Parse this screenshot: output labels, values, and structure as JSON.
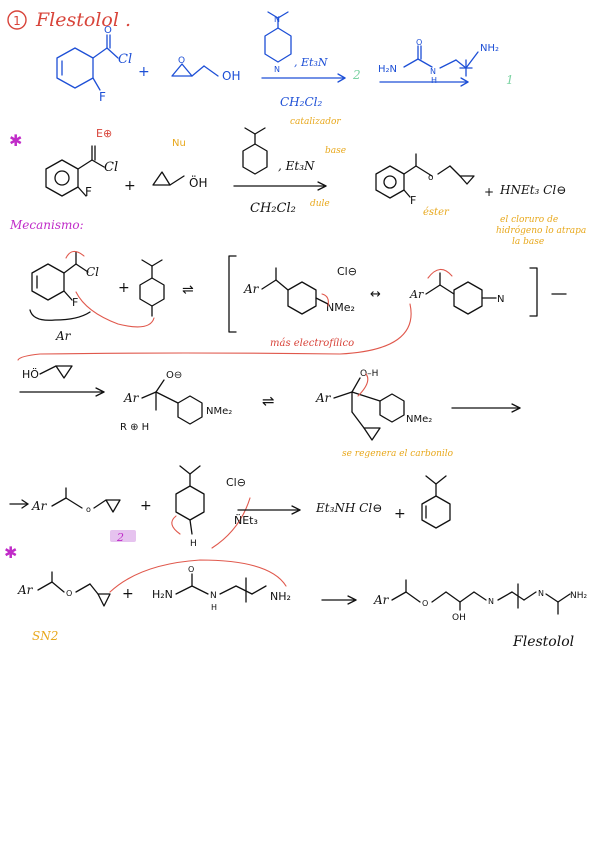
{
  "title": {
    "number": "1",
    "name": "Flestolol ."
  },
  "section1": {
    "reagent_label": ", Et₃N",
    "solvent": "CH₂Cl₂",
    "catalyst_note": "catalizador",
    "step_two_marker": "2",
    "step_one_marker": "1",
    "amine_nh2": "NH₂",
    "amine_h2n": "H₂N",
    "amine_n": "N",
    "amine_h": "H",
    "oh": "OH",
    "cl": "Cl",
    "f": "F",
    "o": "O",
    "plus": "+"
  },
  "section2": {
    "star": "✱",
    "e_plus": "E⊕",
    "nu": "Nu",
    "base_note": "base",
    "dule": "dule",
    "reagent_label": ", Et₃N",
    "solvent": "CH₂Cl₂",
    "oh": "ÖH",
    "cl": "Cl",
    "f": "F",
    "ester_label": "éster",
    "salt": "HNEt₃ Cl⊖",
    "hcl_note_1": "el cloruro de",
    "hcl_note_2": "hidrógeno lo atrapa",
    "hcl_note_3": "la base"
  },
  "mechanism": {
    "heading": "Mecanismo:",
    "ar": "Ar",
    "f": "F",
    "cl": "Cl",
    "cl_minus": "Cl⊖",
    "electrophile_note": "más electrofílico",
    "double_arrow": "↔",
    "oh_epoxide": "HÖ",
    "o_minus": "O⊖",
    "nme2": "NMe₂",
    "r_plus_h": "R ⊕ H",
    "o_h": "O–H",
    "regen_note": "se regenera el carbonilo",
    "step_marker": "2",
    "salt": "Et₃NH Cl⊖",
    "cl_minus2": "Cl⊖",
    "net3": "N̈Et₃",
    "h": "H"
  },
  "section3": {
    "star": "✱",
    "ar": "Ar",
    "h2n": "H₂N",
    "nh2": "NH₂",
    "oh": "OH",
    "sn2": "SN2",
    "product_name": "Flestolol",
    "h": "H",
    "n": "N",
    "o": "O"
  },
  "colors": {
    "ink": "#111111",
    "blue": "#1d4fd6",
    "red": "#e0584c",
    "magenta": "#c02bc8",
    "orange": "#e8a81c",
    "green": "#7bd3a2",
    "highlight": "#e6c3ef"
  }
}
